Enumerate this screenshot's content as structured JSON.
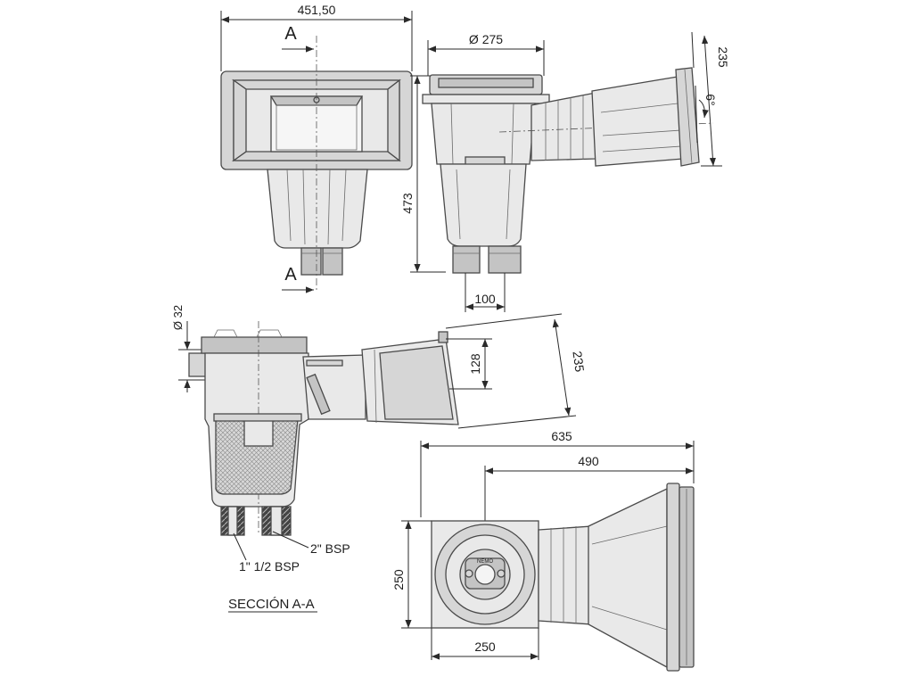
{
  "dimensions": {
    "width_front": "451,50",
    "section_mark": "A",
    "height_side": "473",
    "diameter_top": "Ø 275",
    "flange_height": "235",
    "angle": "6°",
    "outlet_spacing": "100",
    "pipe_diameter": "Ø 32",
    "mouth_inner": "128",
    "mouth_outer": "235",
    "length_total": "635",
    "length_body": "490",
    "depth_plan": "250",
    "width_plan": "250"
  },
  "labels": {
    "thread_large": "2\" BSP",
    "thread_small": "1\" 1/2  BSP",
    "section_title": "SECCIÓN A-A",
    "logo_text": "NEMO"
  },
  "colors": {
    "line": "#4a4a4a",
    "fill_light": "#e9e9e9",
    "fill_mid": "#d6d6d6",
    "fill_dark": "#c4c4c4"
  }
}
